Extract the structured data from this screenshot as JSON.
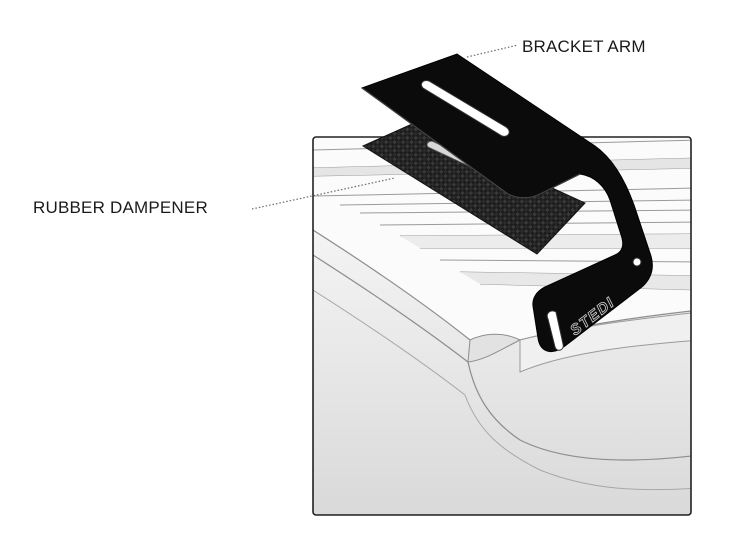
{
  "labels": {
    "bracket_arm": "BRACKET ARM",
    "rubber_dampener": "RUBBER DAMPENER"
  },
  "brand_mark": "STEDI",
  "colors": {
    "ink": "#1a1a1a",
    "bracket": "#0b0b0b",
    "frame": "#222222",
    "background": "#ffffff"
  }
}
